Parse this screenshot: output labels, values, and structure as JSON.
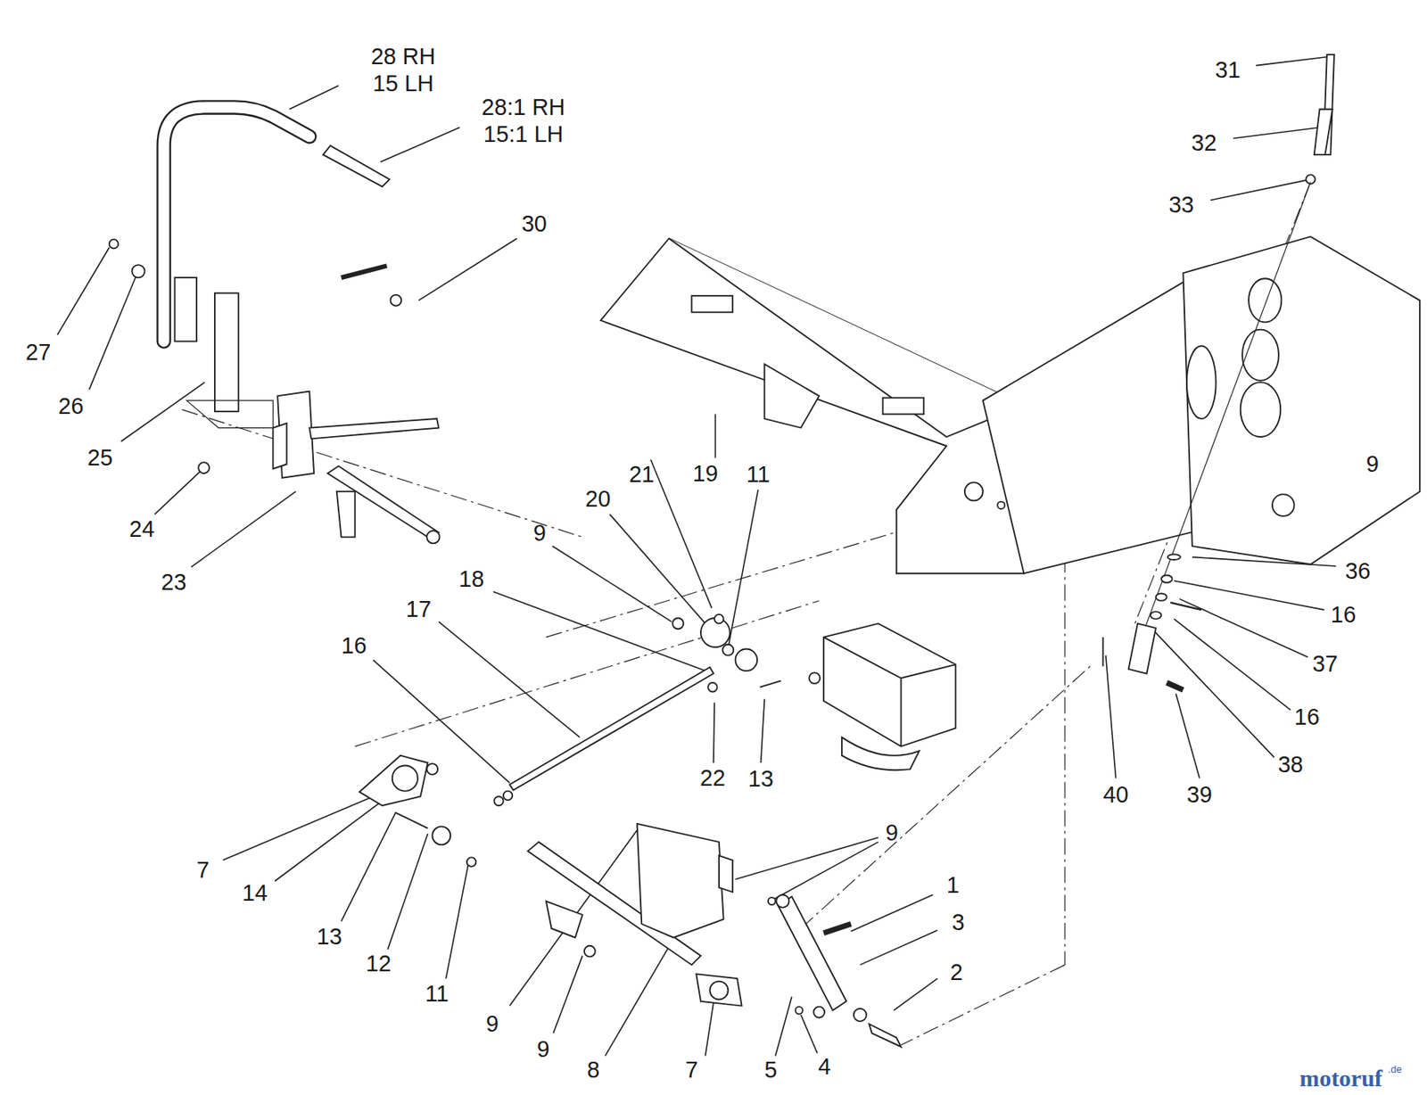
{
  "diagram": {
    "labels": [
      "28 RH",
      "15 LH",
      "28:1 RH",
      "15:1 LH",
      "31",
      "32",
      "33",
      "30",
      "27",
      "26",
      "25",
      "9",
      "19",
      "21",
      "11",
      "20",
      "9",
      "24",
      "23",
      "18",
      "36",
      "17",
      "16",
      "16",
      "37",
      "16",
      "38",
      "22",
      "13",
      "40",
      "39",
      "9",
      "7",
      "14",
      "1",
      "3",
      "2",
      "13",
      "12",
      "11",
      "9",
      "9",
      "8",
      "7",
      "5",
      "4",
      "motoruf",
      ".de"
    ]
  }
}
